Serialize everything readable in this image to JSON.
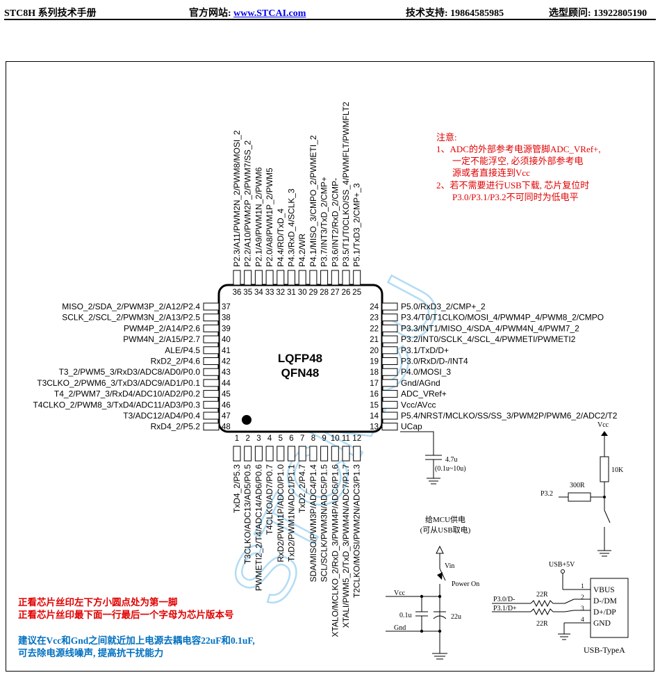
{
  "header": {
    "manual": "STC8H 系列技术手册",
    "site_label": "官方网站: ",
    "site_url": "www.STCAI.com",
    "support": "技术支持: 19864585985",
    "advisor": "选型顾问: 13922805190"
  },
  "chip": {
    "package_line1": "LQFP48",
    "package_line2": "QFN48"
  },
  "pins": {
    "left": [
      {
        "num": "37",
        "label": "MISO_2/SDA_2/PWM3P_2/A12/P2.4"
      },
      {
        "num": "38",
        "label": "SCLK_2/SCL_2/PWM3N_2/A13/P2.5"
      },
      {
        "num": "39",
        "label": "PWM4P_2/A14/P2.6"
      },
      {
        "num": "40",
        "label": "PWM4N_2/A15/P2.7"
      },
      {
        "num": "41",
        "label": "ALE/P4.5"
      },
      {
        "num": "42",
        "label": "RxD2_2/P4.6"
      },
      {
        "num": "43",
        "label": "T3_2/PWM5_3/RxD3/ADC8/AD0/P0.0"
      },
      {
        "num": "44",
        "label": "T3CLKO_2/PWM6_3/TxD3/ADC9/AD1/P0.1"
      },
      {
        "num": "45",
        "label": "T4_2/PWM7_3/RxD4/ADC10/AD2/P0.2"
      },
      {
        "num": "46",
        "label": "T4CLKO_2/PWM8_3/TxD4/ADC11/AD3/P0.3"
      },
      {
        "num": "47",
        "label": "T3/ADC12/AD4/P0.4"
      },
      {
        "num": "48",
        "label": "RxD4_2/P5.2"
      }
    ],
    "right": [
      {
        "num": "24",
        "label": "P5.0/RxD3_2/CMP+_2"
      },
      {
        "num": "23",
        "label": "P3.4/T0/T1CLKO/MOSI_4/PWM4P_4/PWM8_2/CMPO"
      },
      {
        "num": "22",
        "label": "P3.3/INT1/MISO_4/SDA_4/PWM4N_4/PWM7_2"
      },
      {
        "num": "21",
        "label": "P3.2/INT0/SCLK_4/SCL_4/PWMETI/PWMETI2"
      },
      {
        "num": "20",
        "label": "P3.1/TxD/D+"
      },
      {
        "num": "19",
        "label": "P3.0/RxD/D-/INT4"
      },
      {
        "num": "18",
        "label": "P4.0/MOSI_3"
      },
      {
        "num": "17",
        "label": "Gnd/AGnd"
      },
      {
        "num": "16",
        "label": "ADC_VRef+"
      },
      {
        "num": "15",
        "label": "Vcc/AVcc"
      },
      {
        "num": "14",
        "label": "P5.4/NRST/MCLKO/SS/SS_3/PWM2P/PWM6_2/ADC2/T2"
      },
      {
        "num": "13",
        "label": "UCap"
      }
    ],
    "top": [
      {
        "num": "36",
        "label": "P2.3/A11/PWM2N_2/PWM8/MOSI_2"
      },
      {
        "num": "35",
        "label": "P2.2/A10/PWM2P_2/PWM7/SS_2"
      },
      {
        "num": "34",
        "label": "P2.1/A9/PWM1N_2/PWM6"
      },
      {
        "num": "33",
        "label": "P2.0/A8/PWM1P_2/PWM5"
      },
      {
        "num": "32",
        "label": "P4.4/RD/TxD_4"
      },
      {
        "num": "31",
        "label": "P4.3/RxD_4/SCLK_3"
      },
      {
        "num": "30",
        "label": "P4.2/WR"
      },
      {
        "num": "29",
        "label": "P4.1/MISO_3/CMPO_2/PWMETI_2"
      },
      {
        "num": "28",
        "label": "P3.7/INT3/TxD_2/CMP+"
      },
      {
        "num": "27",
        "label": "P3.6/INT2/RxD_2/CMP-"
      },
      {
        "num": "26",
        "label": "P3.5/T1/T0CLKO/SS_4/PWMFLT/PWMFLT2"
      },
      {
        "num": "25",
        "label": "P5.1/TxD3_2/CMP+_3"
      }
    ],
    "bottom": [
      {
        "num": "1",
        "label": "TxD4_2/P5.3"
      },
      {
        "num": "2",
        "label": "T3CLKO/ADC13/AD5/P0.5"
      },
      {
        "num": "3",
        "label": "PWMETI2_2/T4/ADC14/AD6/P0.6"
      },
      {
        "num": "4",
        "label": "T4CLKO/AD7/P0.7"
      },
      {
        "num": "5",
        "label": "RxD2/PWM1P/ADC0/P1.0"
      },
      {
        "num": "6",
        "label": "TxD2/PWM1N/ADC1/P1.1"
      },
      {
        "num": "7",
        "label": "TxD2_2/P4.7"
      },
      {
        "num": "8",
        "label": "SDA/MISO/PWM3P/ADC4/P1.4"
      },
      {
        "num": "9",
        "label": "SCL/SCLK/PWM3N/ADC5/P1.5"
      },
      {
        "num": "10",
        "label": "XTALO/MCLKO_2/RxD_3/PWM4P/ADC6/P1.6"
      },
      {
        "num": "11",
        "label": "XTALI/PWM5_2/TxD_3/PWM4N/ADC7/P1.7"
      },
      {
        "num": "12",
        "label": "T2CLKO/MOSI/PWM2N/ADC3/P1.3"
      }
    ]
  },
  "notes": {
    "title": "注意:",
    "lines": [
      "1、ADC的外部参考电源管脚ADC_VRef+,",
      "一定不能浮空, 必须接外部参考电",
      "源或者直接连到Vcc",
      "2、若不需要进行USB下载, 芯片复位时",
      "P3.0/P3.1/P3.2不可同时为低电平"
    ]
  },
  "ucap": {
    "value": "4.7u",
    "range": "(0.1u~10u)"
  },
  "reset": {
    "vcc": "Vcc",
    "resistor": "10K",
    "series": "300R",
    "pin": "P3.2"
  },
  "power": {
    "title": "给MCU供电",
    "subtitle": "(可从USB取电)",
    "vin": "Vin",
    "switch": "Power On",
    "vcc": "Vcc",
    "gnd": "Gnd",
    "cap_small": "0.1u",
    "cap_large": "22u"
  },
  "usb": {
    "supply": "USB+5V",
    "dm": "P3.0/D-",
    "dp": "P3.1/D+",
    "r1": "22R",
    "r2": "22R",
    "pins": [
      {
        "num": "1",
        "label": "VBUS"
      },
      {
        "num": "2",
        "label": "D-/DM"
      },
      {
        "num": "3",
        "label": "D+/DP"
      },
      {
        "num": "4",
        "label": "GND"
      }
    ],
    "connector": "USB-TypeA"
  },
  "bottom_notes": [
    "正看芯片丝印左下方小圆点处为第一脚",
    "正看芯片丝印最下面一行最后一个字母为芯片版本号",
    "建议在Vcc和Gnd之间就近加上电源去耦电容22uF和0.1uF,",
    "可去除电源线噪声, 提高抗干扰能力"
  ],
  "watermark": "STCMCU",
  "colors": {
    "red": "#e00000",
    "blue": "#0070c0",
    "watermark": "#7fc6ee"
  }
}
